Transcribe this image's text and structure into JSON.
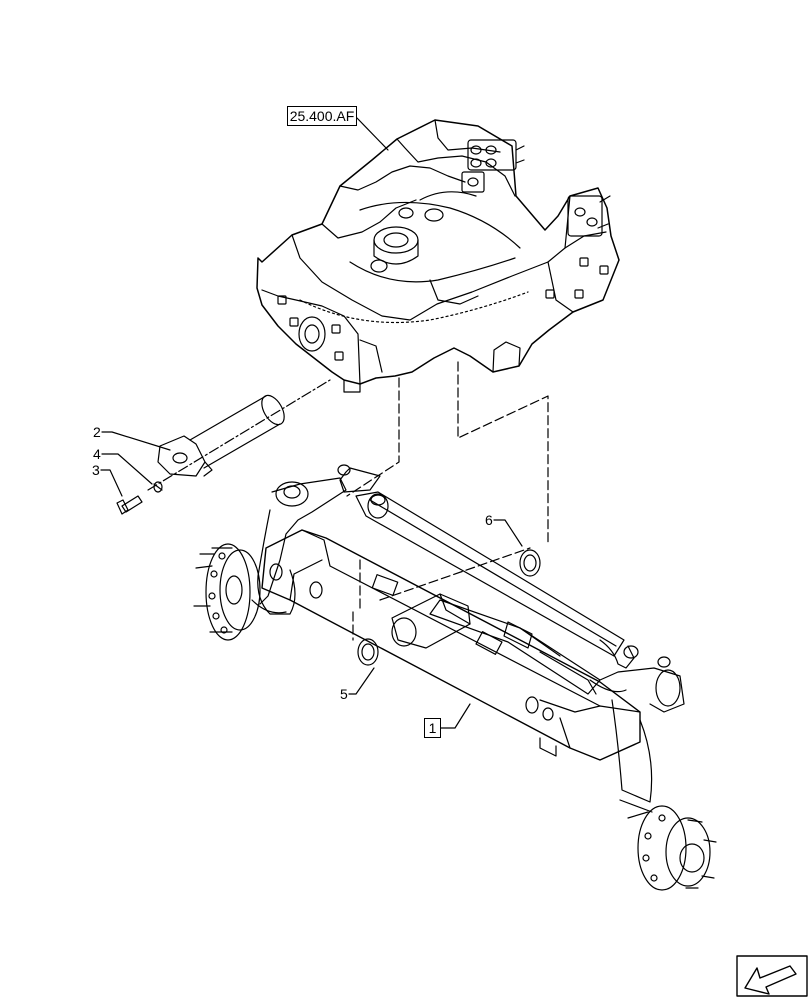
{
  "diagram": {
    "reference_label": "25.400.AF",
    "callouts": [
      {
        "id": "1",
        "label": "1",
        "boxed": true
      },
      {
        "id": "2",
        "label": "2",
        "boxed": false
      },
      {
        "id": "3",
        "label": "3",
        "boxed": false
      },
      {
        "id": "4",
        "label": "4",
        "boxed": false
      },
      {
        "id": "5",
        "label": "5",
        "boxed": false
      },
      {
        "id": "6",
        "label": "6",
        "boxed": false
      }
    ],
    "nav_icon": "arrow-next-page-icon",
    "colors": {
      "line": "#000000",
      "background": "#ffffff"
    }
  }
}
